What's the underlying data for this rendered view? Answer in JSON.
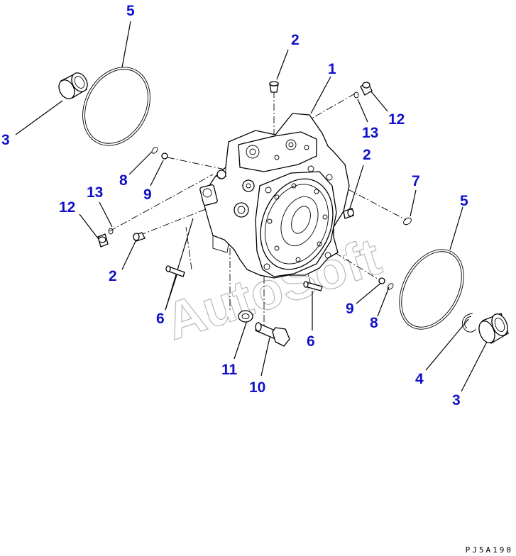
{
  "diagram": {
    "watermark": "AutoSoft",
    "drawing_code": "PJ5A190",
    "callouts": [
      {
        "id": "c5a",
        "label": "5"
      },
      {
        "id": "c2a",
        "label": "2"
      },
      {
        "id": "c1",
        "label": "1"
      },
      {
        "id": "c12a",
        "label": "12"
      },
      {
        "id": "c13a",
        "label": "13"
      },
      {
        "id": "c3a",
        "label": "3"
      },
      {
        "id": "c2b",
        "label": "2"
      },
      {
        "id": "c8a",
        "label": "8"
      },
      {
        "id": "c9a",
        "label": "9"
      },
      {
        "id": "c7",
        "label": "7"
      },
      {
        "id": "c13b",
        "label": "13"
      },
      {
        "id": "c12b",
        "label": "12"
      },
      {
        "id": "c5b",
        "label": "5"
      },
      {
        "id": "c2c",
        "label": "2"
      },
      {
        "id": "c6a",
        "label": "6"
      },
      {
        "id": "c9b",
        "label": "9"
      },
      {
        "id": "c8b",
        "label": "8"
      },
      {
        "id": "c6b",
        "label": "6"
      },
      {
        "id": "c11",
        "label": "11"
      },
      {
        "id": "c10",
        "label": "10"
      },
      {
        "id": "c4",
        "label": "4"
      },
      {
        "id": "c3b",
        "label": "3"
      }
    ]
  },
  "colors": {
    "callout": "#1010c8",
    "watermark": "#b8b8b8",
    "lines": "#000000"
  }
}
